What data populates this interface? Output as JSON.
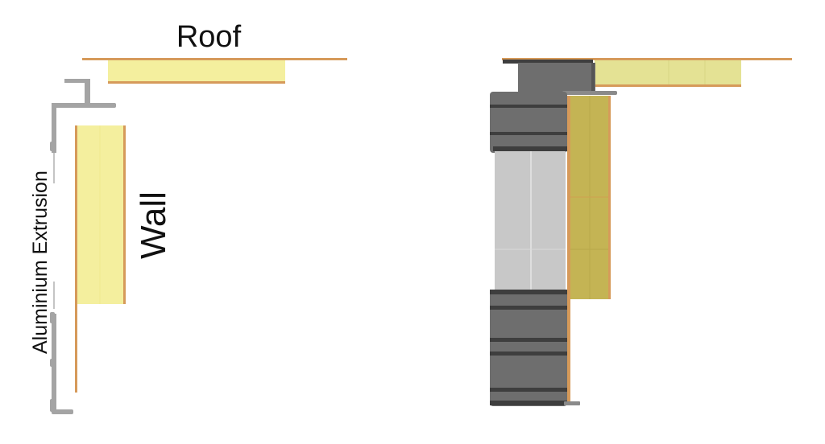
{
  "labels": {
    "roof": "Roof",
    "wall": "Wall",
    "extrusion": "Aluminium Extrusion"
  },
  "colors": {
    "panel_light": "#f4ef9e",
    "panel_dark": "#c4b454",
    "panel_roof_right": "#e4e294",
    "facing": "#d69a5a",
    "extrusion_grey": "#a0a0a0",
    "block_dark": "#6e6e6e",
    "block_shadow": "#3e3e3e",
    "block_light": "#c8c8c8"
  }
}
